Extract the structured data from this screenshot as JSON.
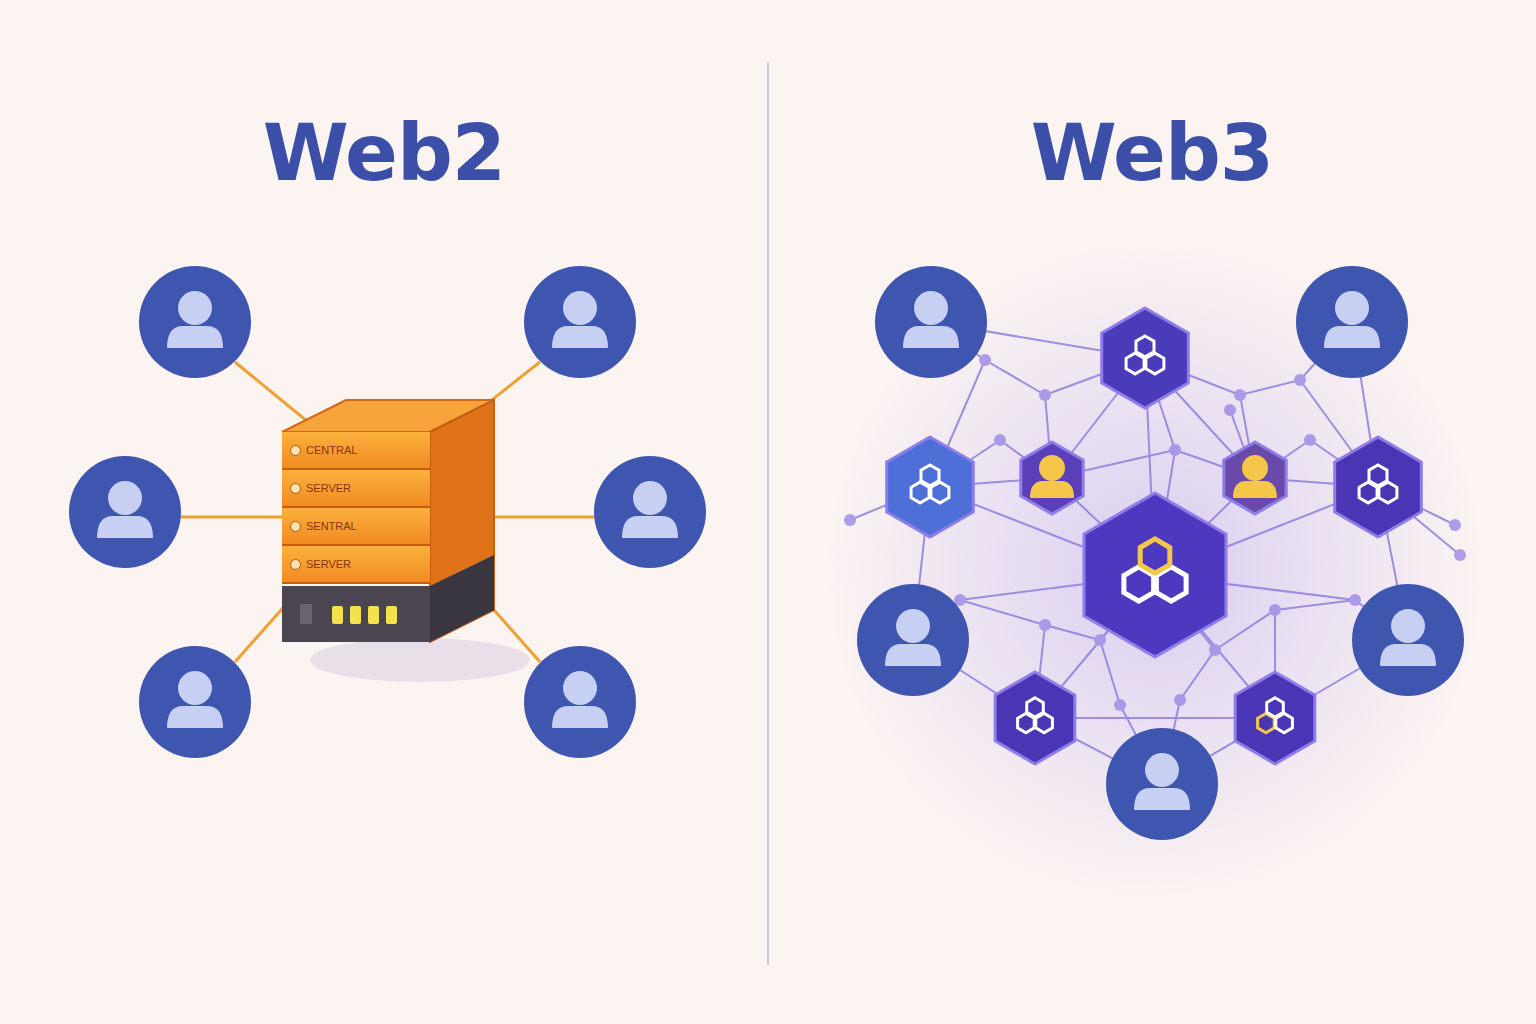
{
  "diagram": {
    "nodes": [
      {
        "text": [
          "CENTRAL",
          "SERVER",
          "SENTRAL",
          "SERVER"
        ]
      }
    ],
    "labels": [
      "Web2",
      "Web3"
    ]
  }
}
